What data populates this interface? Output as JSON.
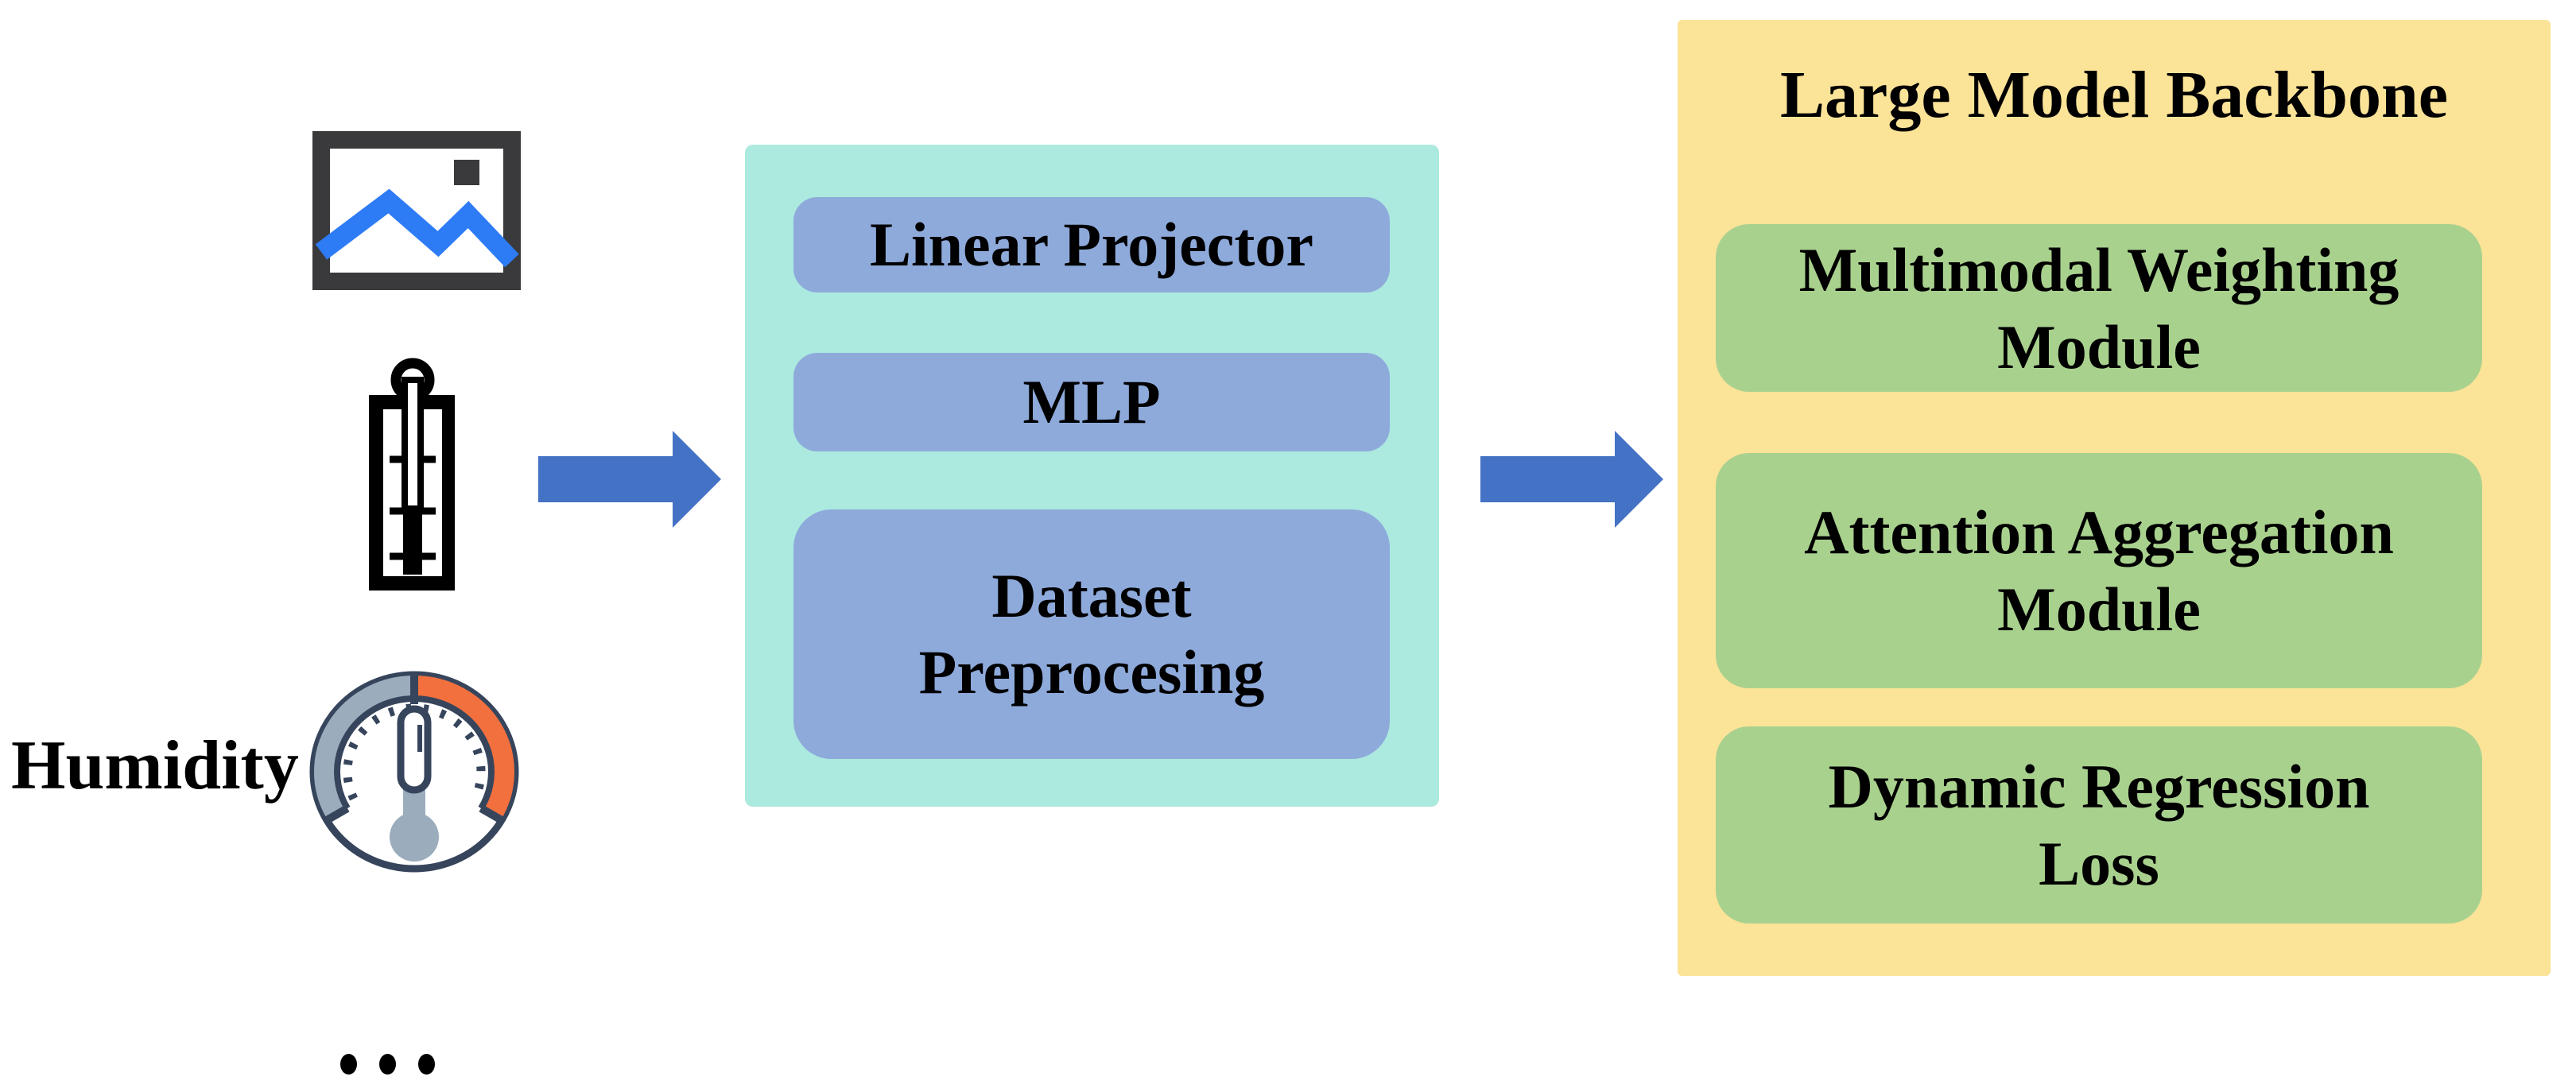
{
  "colors": {
    "panel_yellow": "#FBE398",
    "module_green": "#A9D18E",
    "panel_teal": "#ACE9DF",
    "box_blue": "#8EAADB",
    "arrow_blue": "#4472C4",
    "icon_dark": "#3A3A3C",
    "icon_line_blue": "#2E7BF6",
    "gauge_navy": "#36455C",
    "gauge_gray": "#9BACBC",
    "gauge_orange": "#F2703E"
  },
  "inputs": {
    "image_icon": "image-photo-icon",
    "thermometer_icon": "thermometer-icon",
    "humidity_label": "Humidity",
    "gauge_icon": "humidity-gauge-icon",
    "ellipsis": "..."
  },
  "projector_panel": {
    "boxes": [
      {
        "lines": [
          "Linear Projector"
        ]
      },
      {
        "lines": [
          "MLP"
        ]
      },
      {
        "lines": [
          "Dataset",
          "Preprocesing"
        ]
      }
    ]
  },
  "backbone_panel": {
    "title": "Large Model Backbone",
    "modules": [
      {
        "lines": [
          "Multimodal Weighting",
          "Module"
        ]
      },
      {
        "lines": [
          "Attention Aggregation",
          "Module"
        ]
      },
      {
        "lines": [
          "Dynamic Regression",
          "Loss"
        ]
      }
    ]
  }
}
